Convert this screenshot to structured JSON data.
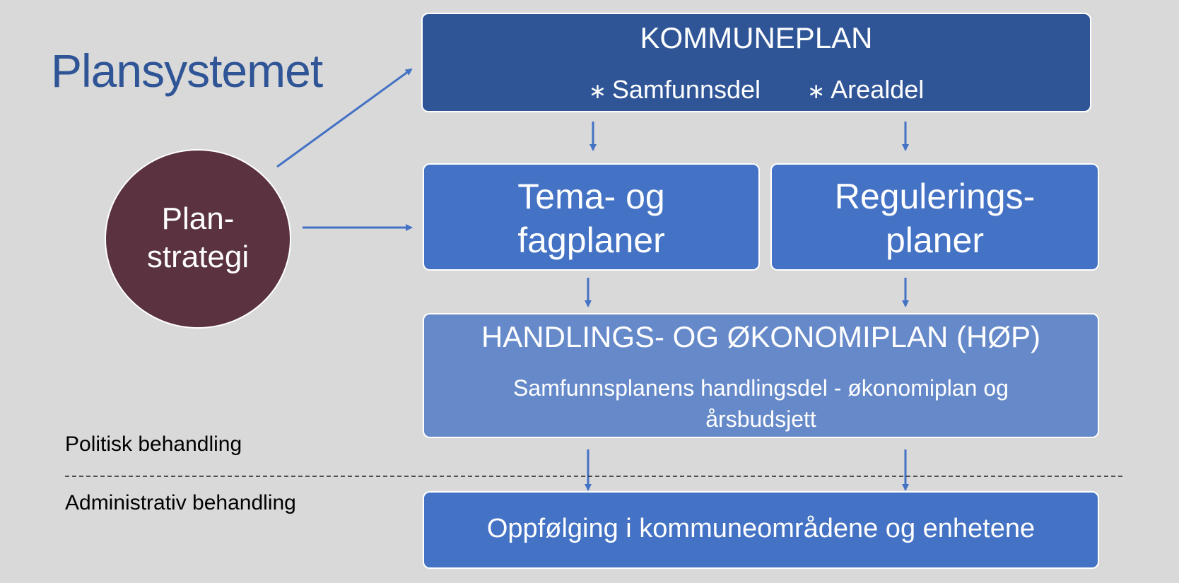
{
  "title": "Plansystemet",
  "kommuneplan": {
    "title": "KOMMUNEPLAN",
    "parts": [
      "Samfunnsdel",
      "Arealdel"
    ],
    "bullet": "∗"
  },
  "tema": {
    "lines": [
      "Tema- og",
      "fagplaner"
    ]
  },
  "regulering": {
    "lines": [
      "Regulerings-",
      "planer"
    ]
  },
  "hop": {
    "title": "HANDLINGS- OG ØKONOMIPLAN (HØP)",
    "subtitle_lines": [
      "Samfunnsplanens handlingsdel - økonomiplan og",
      "årsbudsjett"
    ]
  },
  "oppfolging": {
    "text": "Oppfølging i kommuneområdene og enhetene"
  },
  "planstrategi": {
    "lines": [
      "Plan-",
      "strategi"
    ]
  },
  "labels": {
    "politisk": "Politisk behandling",
    "administrativ": "Administrativ behandling"
  },
  "colors": {
    "background": "#d9d9d9",
    "title": "#2f5597",
    "kommuneplan": "#2f5597",
    "box": "#4472c4",
    "hop": "#6689c9",
    "circle": "#5a3240",
    "arrow": "#4472c4"
  }
}
